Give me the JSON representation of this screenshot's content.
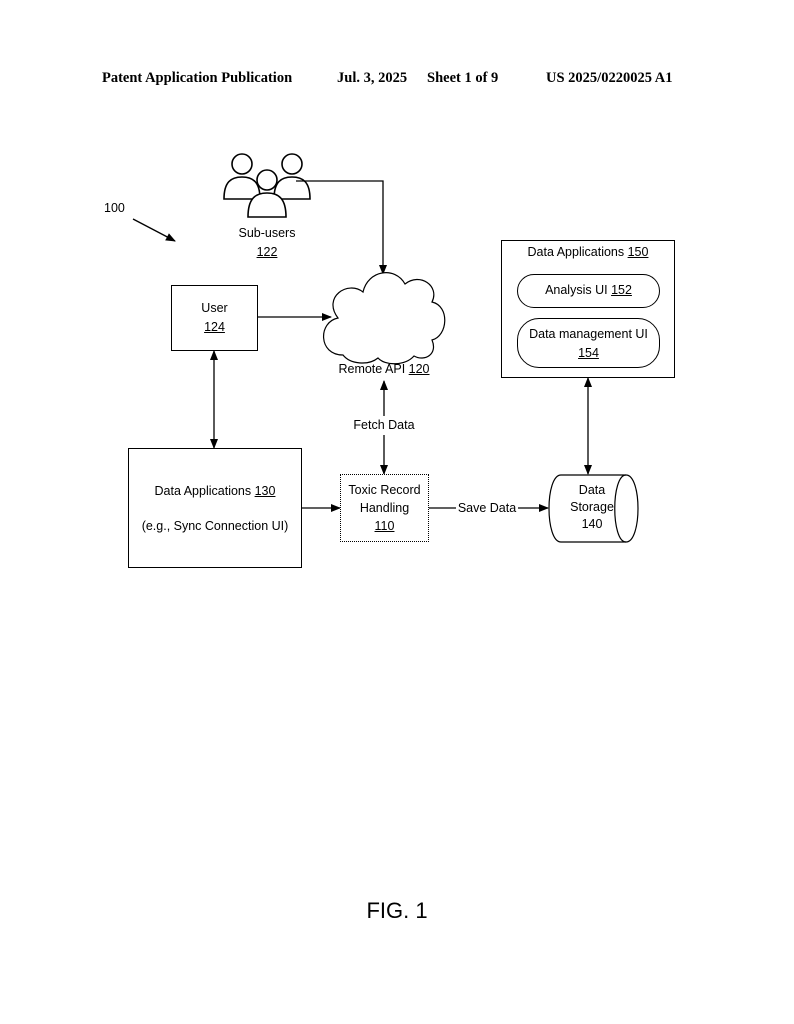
{
  "header": {
    "publication": "Patent Application Publication",
    "date": "Jul. 3, 2025",
    "sheet": "Sheet 1 of 9",
    "number": "US 2025/0220025 A1"
  },
  "figure_ref": "100",
  "sub_users": {
    "label": "Sub-users",
    "ref": "122"
  },
  "user": {
    "label": "User",
    "ref": "124"
  },
  "remote_api": {
    "label": "Remote API ",
    "ref": "120"
  },
  "data_apps_150": {
    "title": "Data Applications ",
    "ref": "150",
    "analysis": {
      "label": "Analysis UI ",
      "ref": "152"
    },
    "management": {
      "label": "Data management UI",
      "ref": "154"
    }
  },
  "data_apps_130": {
    "label": "Data Applications ",
    "ref": "130",
    "sub": "(e.g., Sync Connection UI)"
  },
  "toxic": {
    "line1": "Toxic Record",
    "line2": "Handling",
    "ref": "110"
  },
  "storage": {
    "line1": "Data",
    "line2": "Storage",
    "ref": "140"
  },
  "edges": {
    "fetch": "Fetch Data",
    "save": "Save Data"
  },
  "fig_label": "FIG. 1"
}
